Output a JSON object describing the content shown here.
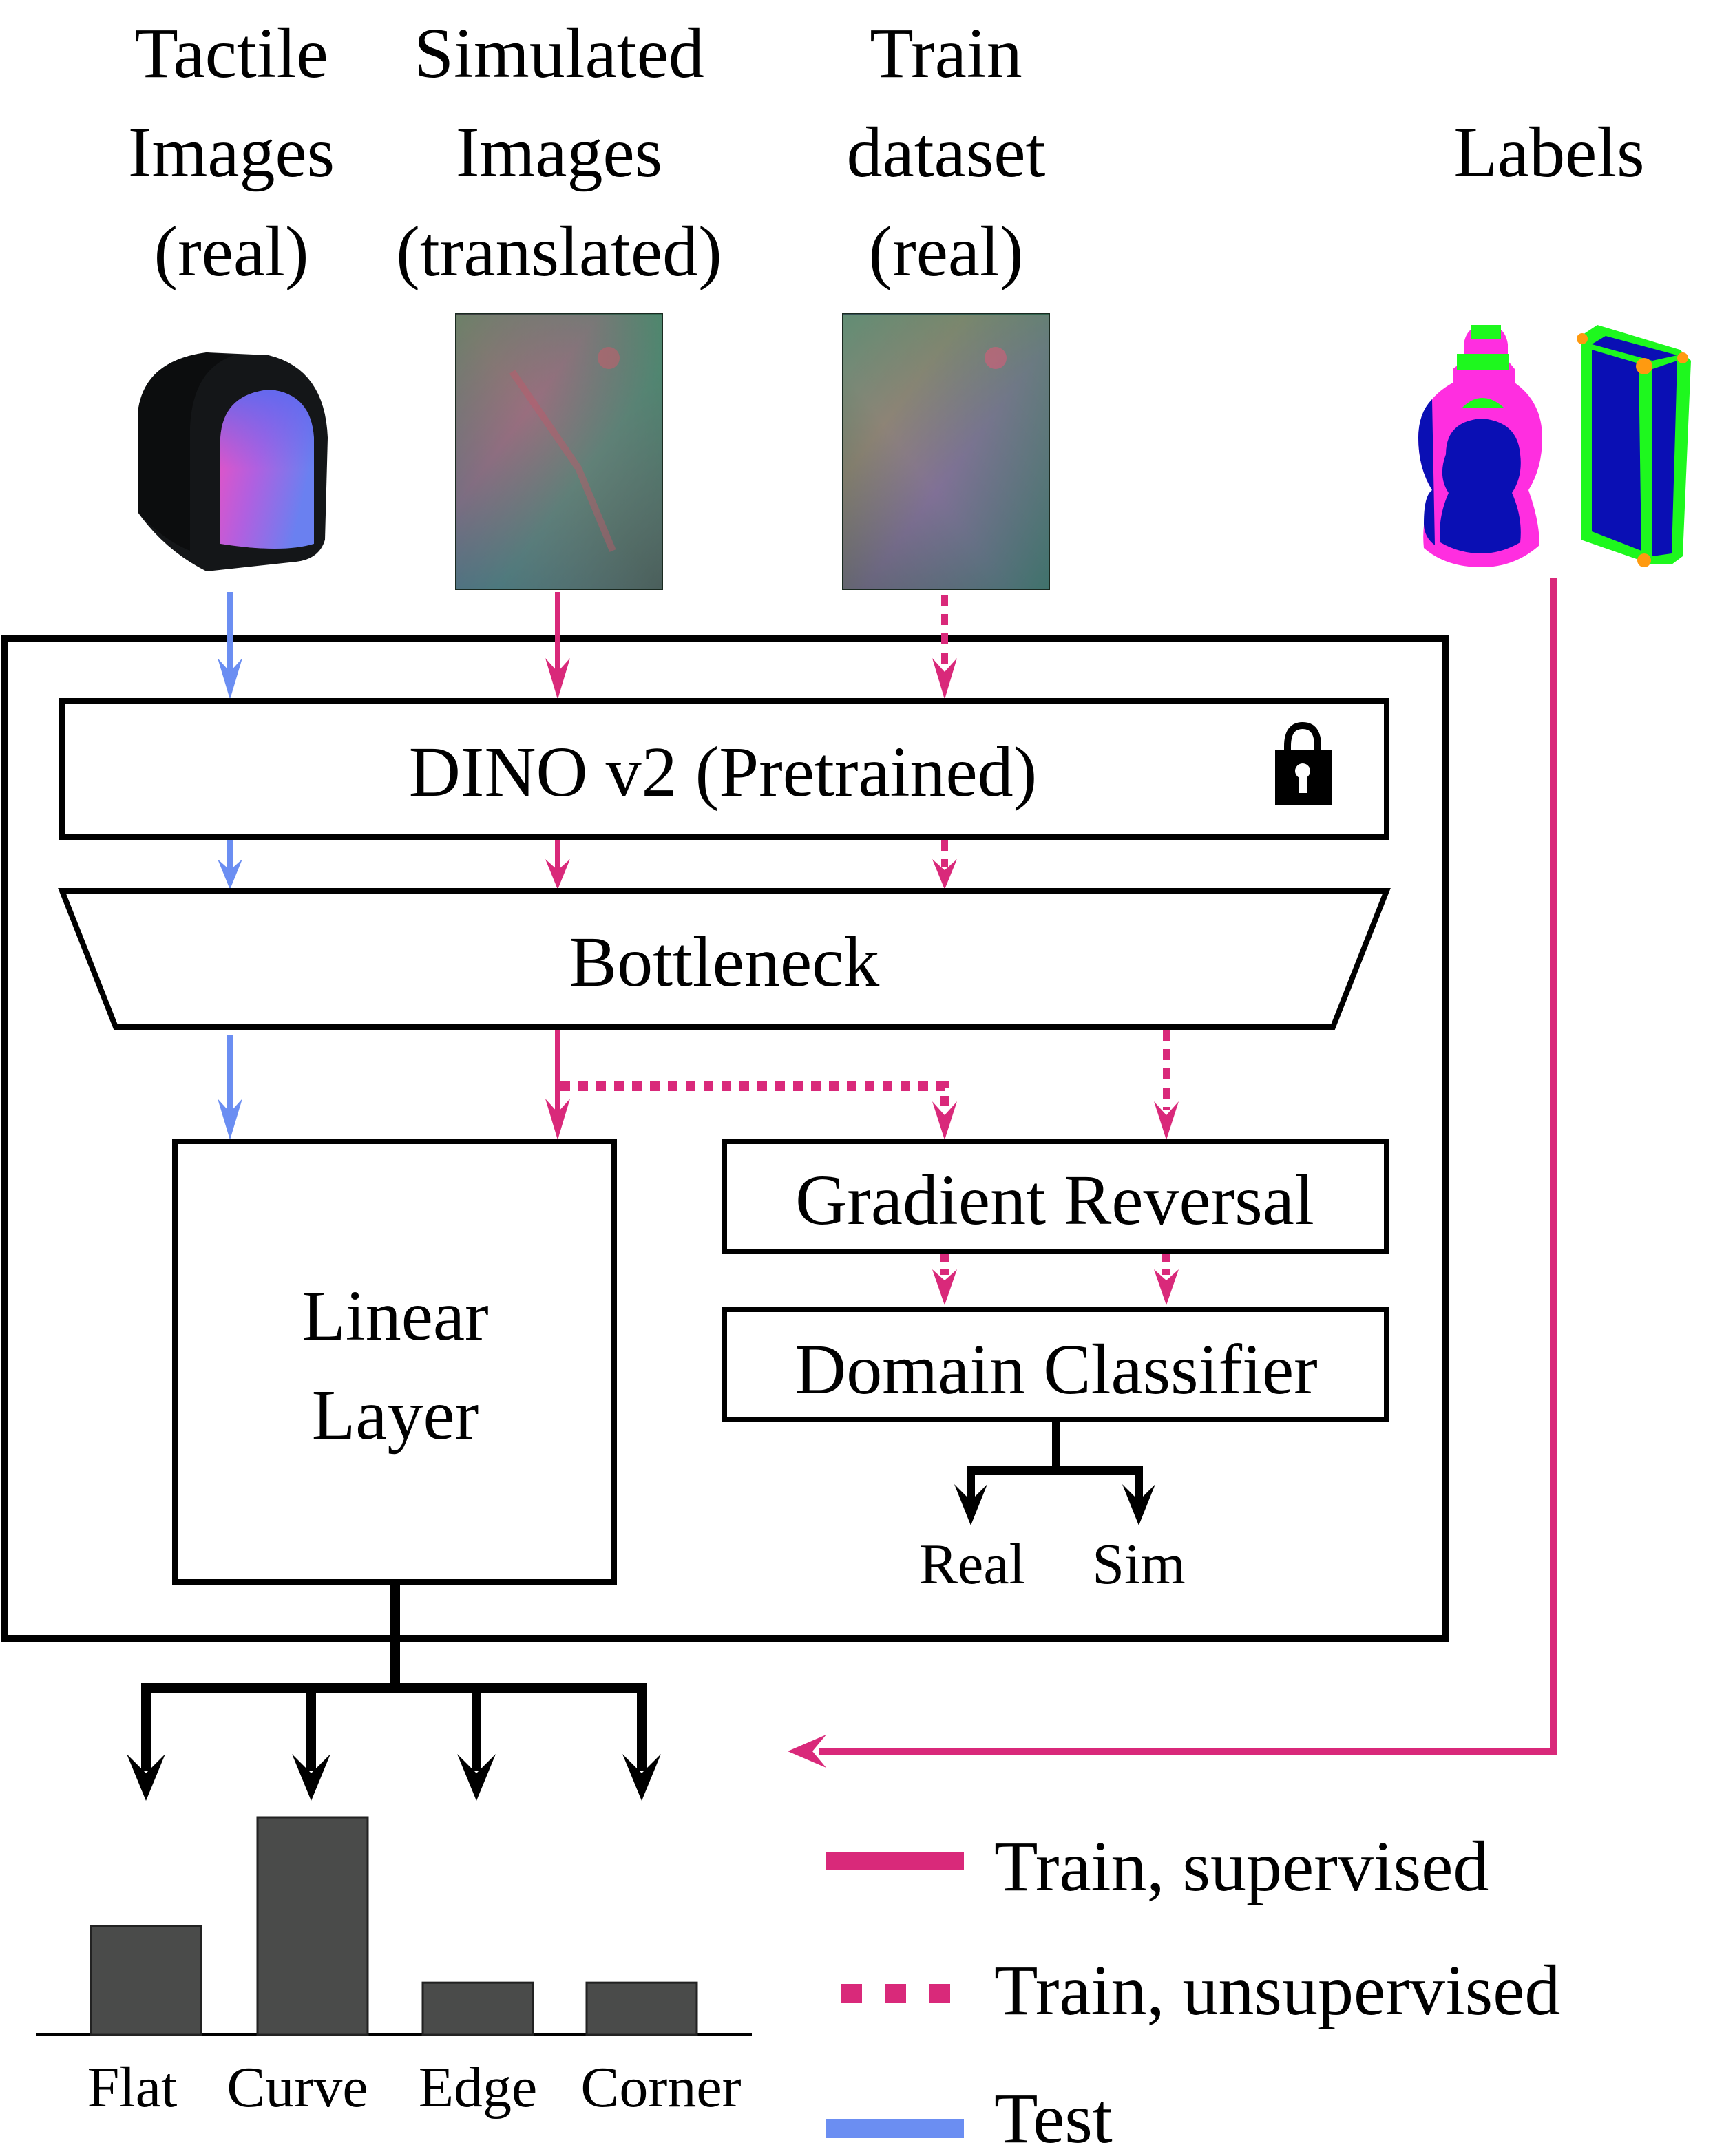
{
  "colors": {
    "train_supervised": "#D9297A",
    "train_unsupervised": "#D9297A",
    "test": "#6B8EF2",
    "bar_fill": "#4a4b4a",
    "label_blue": "#0a0fb4",
    "label_magenta": "#ff2ee0",
    "label_green": "#1ef81e",
    "label_orange": "#ff9a10"
  },
  "inputs": {
    "tactile": {
      "lines": [
        "Tactile",
        "Images",
        "(real)"
      ]
    },
    "simulated": {
      "lines": [
        "Simulated",
        "Images",
        "(translated)"
      ]
    },
    "train_dataset": {
      "lines": [
        "Train",
        "dataset",
        "(real)"
      ]
    },
    "labels": {
      "lines": [
        "Labels"
      ]
    }
  },
  "blocks": {
    "dino": {
      "label": "DINO v2 (Pretrained)",
      "icon": "lock-icon"
    },
    "bottleneck": {
      "label": "Bottleneck"
    },
    "linear": {
      "lines": [
        "Linear",
        "Layer"
      ]
    },
    "gradient_reversal": {
      "label": "Gradient Reversal"
    },
    "domain_classifier": {
      "label": "Domain Classifier"
    }
  },
  "domain_outputs": [
    "Real",
    "Sim"
  ],
  "chart_data": {
    "type": "bar",
    "title": "",
    "xlabel": "",
    "ylabel": "",
    "categories": [
      "Flat",
      "Curve",
      "Edge",
      "Corner"
    ],
    "values": [
      0.5,
      1.0,
      0.24,
      0.24
    ],
    "ylim": [
      0,
      1.0
    ],
    "grid": false
  },
  "legend": {
    "items": [
      {
        "label": "Train, supervised",
        "style": "solid",
        "color_key": "train_supervised"
      },
      {
        "label": "Train, unsupervised",
        "style": "dotted",
        "color_key": "train_unsupervised"
      },
      {
        "label": "Test",
        "style": "solid",
        "color_key": "test"
      }
    ]
  }
}
